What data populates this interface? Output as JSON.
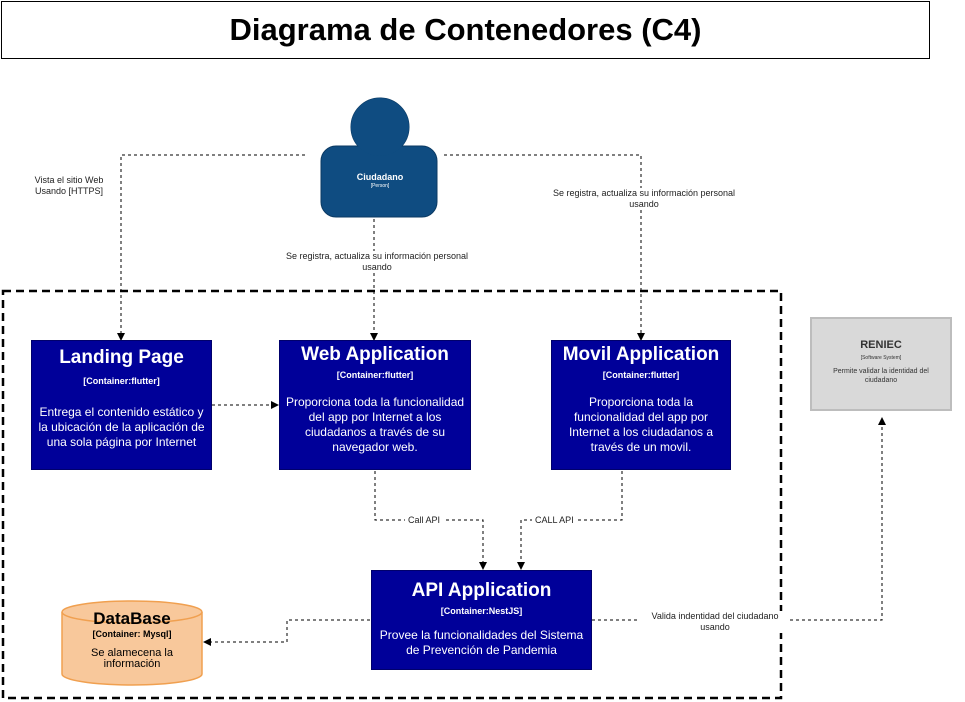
{
  "title": "Diagrama de Contenedores (C4)",
  "person": {
    "name": "Ciudadano",
    "type": "[Person]"
  },
  "containers": {
    "landing": {
      "name": "Landing Page",
      "tech": "[Container:flutter]",
      "desc": "Entrega el contenido estático y la ubicación de la aplicación de una sola página por Internet"
    },
    "web": {
      "name": "Web Application",
      "tech": "[Container:flutter]",
      "desc": "Proporciona toda la funcionalidad del app por Internet a los ciudadanos a través de su navegador web."
    },
    "movil": {
      "name": "Movil Application",
      "tech": "[Container:flutter]",
      "desc": "Proporciona toda la funcionalidad del app por Internet a los ciudadanos a través de un movil."
    },
    "api": {
      "name": "API Application",
      "tech": "[Container:NestJS]",
      "desc": "Provee la funcionalidades del Sistema de Prevención de Pandemia"
    }
  },
  "database": {
    "name": "DataBase",
    "tech": "[Container: Mysql]",
    "desc": "Se alamecena la información"
  },
  "external": {
    "name": "RENIEC",
    "type": "[Software System]",
    "desc": "Permite validar la identidad del ciudadano"
  },
  "relations": {
    "landing": "Vista el sitio Web Usando [HTTPS]",
    "web": "Se registra, actualiza su información personal usando",
    "movil": "Se registra, actualiza su información personal usando",
    "web_api": "Call API",
    "movil_api": "CALL API",
    "api_reniec": "Valida indentidad del ciudadano usando"
  },
  "colors": {
    "container": "#000099",
    "person": "#0f4c81",
    "database": "#f8c89b",
    "external": "#d9d9d9"
  }
}
